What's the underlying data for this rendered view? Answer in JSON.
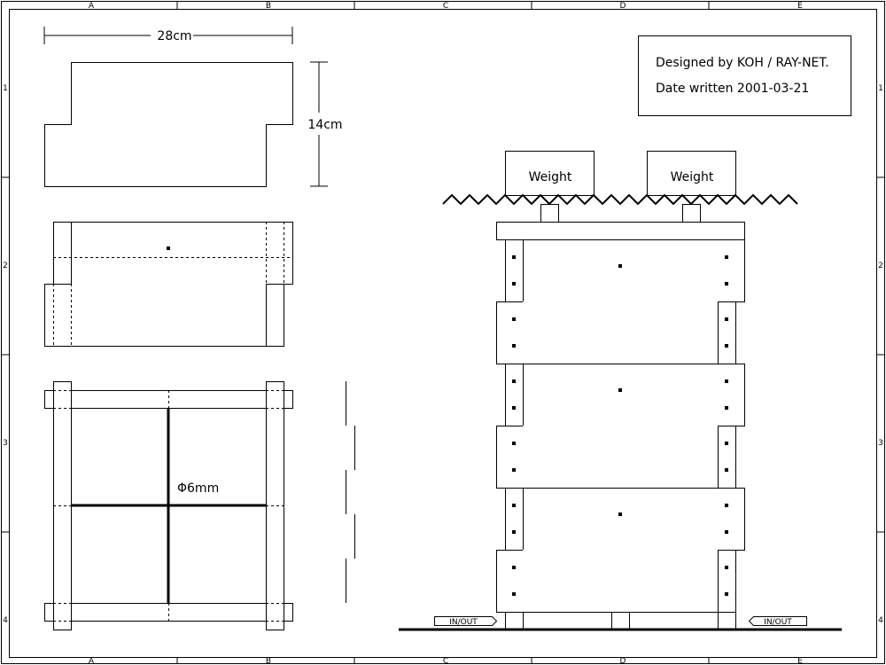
{
  "title_block": {
    "designer": "Designed by KOH / RAY-NET.",
    "date": "Date written 2001-03-21"
  },
  "frame": {
    "columns": [
      "A",
      "B",
      "C",
      "D",
      "E"
    ],
    "rows": [
      "1",
      "2",
      "3",
      "4"
    ]
  },
  "dimensions": {
    "width": "28cm",
    "height": "14cm",
    "rod_diameter": "Φ6mm"
  },
  "stack": {
    "weight_labels": [
      "Weight",
      "Weight"
    ],
    "io_left": "IN/OUT",
    "io_right": "IN/OUT"
  }
}
